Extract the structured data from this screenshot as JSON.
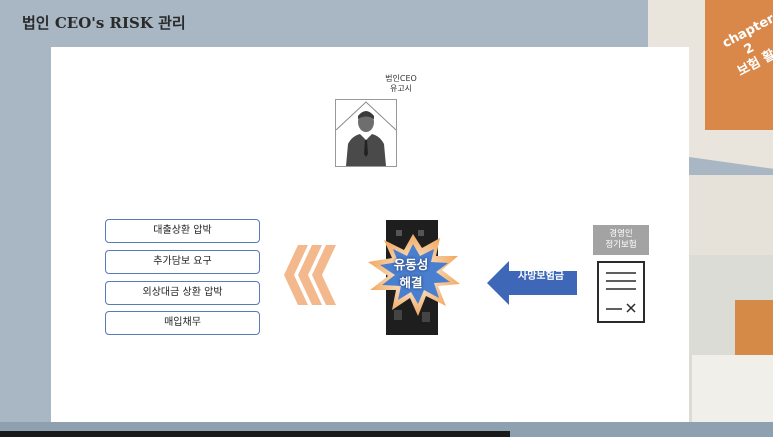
{
  "slide": {
    "title": "법인 CEO's RISK 관리"
  },
  "ceo": {
    "label_line1": "법인CEO",
    "label_line2": "유고시"
  },
  "risk_list": [
    "대출상환 압박",
    "추가담보 요구",
    "외상대금 상환 압박",
    "매입채무"
  ],
  "center": {
    "line1": "유동성",
    "line2": "해결"
  },
  "arrow": {
    "label": "사망보험금"
  },
  "policy": {
    "line1": "경영인",
    "line2": "정기보험"
  },
  "decor": {
    "book_line1": "chapter",
    "book_line2": "2",
    "book_line3": "보험 활"
  },
  "colors": {
    "list_border": "#5a79b8",
    "chevron": "#f3b98c",
    "arrow": "#3f67b8",
    "burst_inner": "#4a7fd0",
    "burst_glow": "#f2a254"
  }
}
